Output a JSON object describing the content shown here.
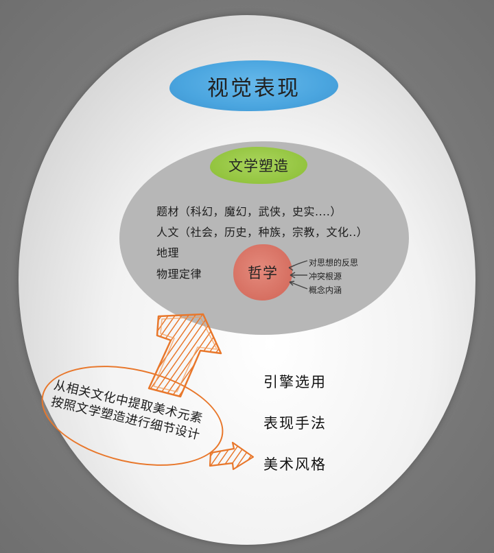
{
  "diagram": {
    "top_label": "视觉表现",
    "middle_label": "文学塑造",
    "center_label": "哲学",
    "topics": [
      "题材（科幻，魔幻，武侠，史实....）",
      "人文（社会，历史，种族，宗教，文化..）",
      "地理",
      "物理定律"
    ],
    "philosophy_notes": [
      "对思想的反思",
      "冲突根源",
      "概念内涵"
    ],
    "right_items": [
      "引擎选用",
      "表现手法",
      "美术风格"
    ],
    "note_lines": [
      "从相关文化中提取美术元素",
      "按照文学塑造进行细节设计"
    ]
  },
  "colors": {
    "background": "#7b7b7b",
    "outer_ellipse": "#f2f2f2",
    "inner_ellipse": "#b7b7b7",
    "visual_blob": "#4aa5df",
    "literature_blob": "#93c43f",
    "philosophy_blob": "#d56d5f",
    "arrow_orange": "#e8772b"
  }
}
